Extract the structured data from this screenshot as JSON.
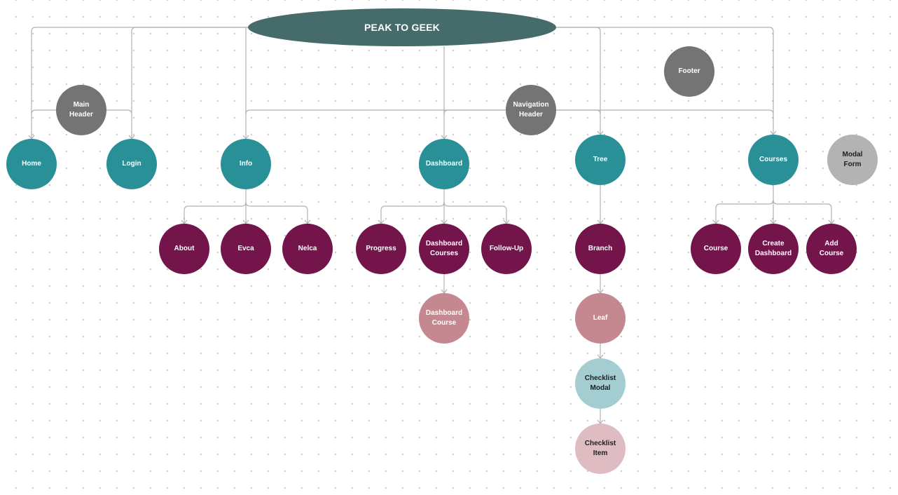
{
  "colors": {
    "root": "#456b6b",
    "page": "#2a9097",
    "header": "#747474",
    "modal_form": "#b3b3b3",
    "child": "#73154b",
    "grandchild": "#c68890",
    "checklist_modal": "#a3cdd1",
    "checklist_item": "#dfbcc2",
    "connector": "#b2b2b2"
  },
  "nodes": {
    "root": "PEAK TO GEEK",
    "main_header": "Main\nHeader",
    "navigation_header": "Navigation\nHeader",
    "footer": "Footer",
    "modal_form": "Modal\nForm",
    "home": "Home",
    "login": "Login",
    "info": "Info",
    "dashboard": "Dashboard",
    "tree": "Tree",
    "courses": "Courses",
    "about": "About",
    "evca": "Evca",
    "nelca": "Nelca",
    "progress": "Progress",
    "dashboard_courses": "Dashboard\nCourses",
    "follow_up": "Follow-Up",
    "dashboard_course": "Dashboard\nCourse",
    "branch": "Branch",
    "leaf": "Leaf",
    "checklist_modal": "Checklist\nModal",
    "checklist_item": "Checklist\nItem",
    "course": "Course",
    "create_dashboard": "Create\nDashboard",
    "add_course": "Add\nCourse"
  }
}
